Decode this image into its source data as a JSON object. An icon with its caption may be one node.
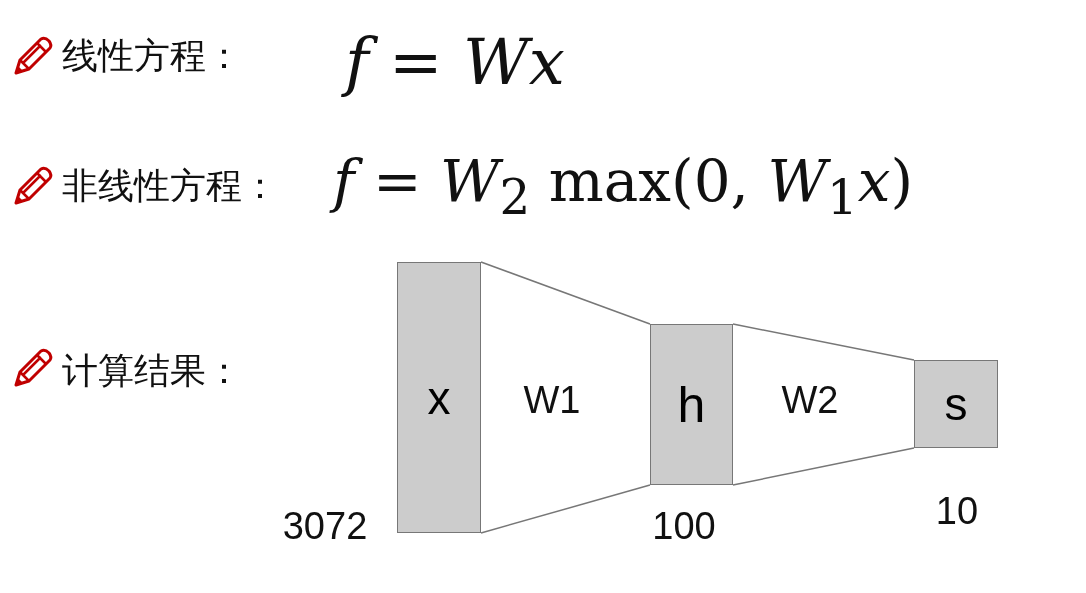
{
  "diagram": {
    "nodes": [
      {
        "text": [
          "x"
        ],
        "beside": [
          "3072"
        ]
      },
      {
        "text": [
          "h"
        ],
        "beside": [
          "100"
        ]
      },
      {
        "text": [
          "s"
        ],
        "beside": [
          "10"
        ]
      }
    ],
    "edges": [
      {
        "from": 0,
        "to": 1,
        "arrow": "none"
      },
      {
        "from": 0,
        "to": 1,
        "arrow": "none"
      },
      {
        "from": 1,
        "to": 2,
        "arrow": "none"
      },
      {
        "from": 1,
        "to": 2,
        "arrow": "none"
      }
    ],
    "labels": [
      "线性方程：",
      "*f* = *Wx*",
      "非线性方程：",
      "*f* = *W*$_{2}$ max(0, *W*$_{1}$*x*)",
      "计算结果：",
      "W1",
      "W2"
    ]
  }
}
